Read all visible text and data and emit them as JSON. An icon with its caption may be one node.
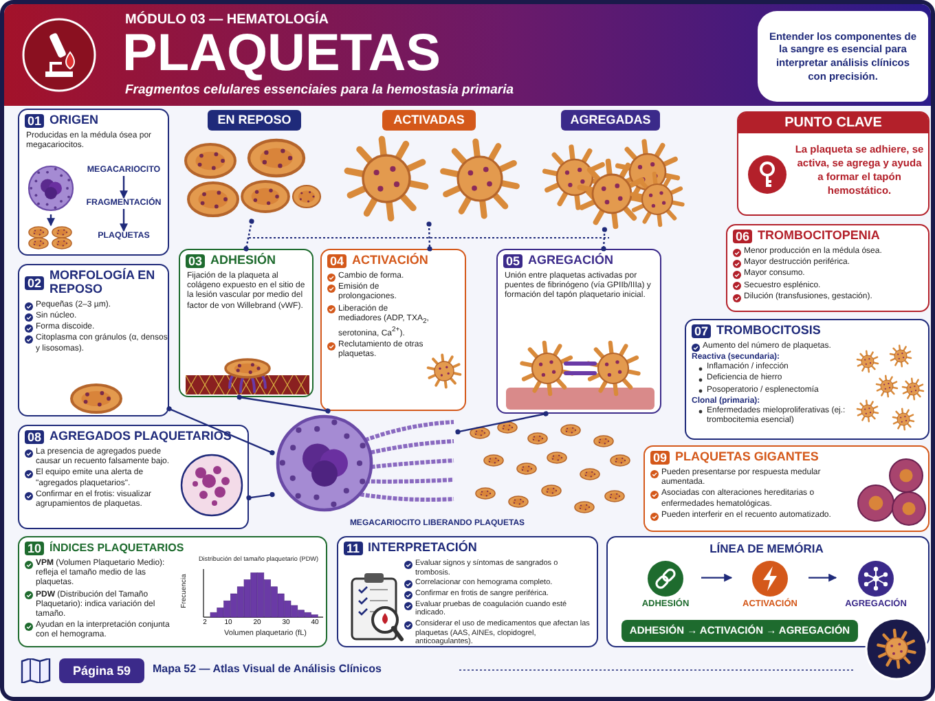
{
  "diagram": {
    "title": "PLAQUETAS",
    "nodes": [
      {
        "text": [
          "Entender los componentes de la sangre es esencial para interpretar análisis clínicos con precisión."
        ]
      },
      {
        "text": [
          "01",
          "ORIGEN",
          "Producidas en la médula ósea por megacariocitos."
        ]
      },
      {
        "text": [
          "MEGACARIOCITO"
        ],
        "in": 1
      },
      {
        "text": [
          "FRAGMENTACIÓN"
        ],
        "in": 1
      },
      {
        "text": [
          "PLAQUETAS"
        ],
        "in": 1
      },
      {
        "text": [],
        "shape": "picture",
        "in": 1
      },
      {
        "text": [],
        "shape": "picture",
        "in": 1
      },
      {
        "text": [
          "EN REPOSO"
        ]
      },
      {
        "text": [],
        "shape": "picture"
      },
      {
        "text": [
          "ACTIVADAS"
        ]
      },
      {
        "text": [],
        "shape": "picture"
      },
      {
        "text": [
          "AGREGADAS"
        ]
      },
      {
        "text": [],
        "shape": "picture"
      },
      {
        "text": [
          "PUNTO CLAVE",
          "La plaqueta se adhiere, se activa, se agrega y ayuda a formar el tapón hemostático."
        ]
      },
      {
        "text": [
          "02",
          "MORFOLOGÍA EN REPOSO",
          "Pequeñas (2–3 µm).",
          "Sin núcleo.",
          "Forma discoide.",
          "Citoplasma con gránulos (α, densos y lisosomas)."
        ]
      },
      {
        "text": [
          "03",
          "ADHESIÓN",
          "Fijación de la plaqueta al colágeno expuesto en el sitio de la lesión vascular por medio del factor de von Willebrand (vWF)."
        ]
      },
      {
        "text": [
          "04",
          "ACTIVACIÓN",
          "Cambio de forma.",
          "Emisión de prolongaciones.",
          "Liberación de mediadores (ADP, TXA$_{2}$, serotonina, Ca$^{2+}$).",
          "Reclutamiento de otras plaquetas."
        ]
      },
      {
        "text": [
          "05",
          "AGREGACIÓN",
          "Unión entre plaquetas activadas por puentes de fibrinógeno (vía GPIIb/IIIa) y formación del tapón plaquetario inicial."
        ]
      },
      {
        "text": [
          "06",
          "TROMBOCITOPENIA",
          "Menor producción en la médula ósea.",
          "Mayor destrucción periférica.",
          "Mayor consumo.",
          "Secuestro esplénico.",
          "Dilución (transfusiones, gestación)."
        ]
      },
      {
        "text": [
          "07",
          "TROMBOCITOSIS",
          "Aumento del número de plaquetas.",
          "Reactiva (secundaria):",
          "Inflamación / infección",
          "Deficiencia de hierro",
          "Posoperatorio / esplenectomía",
          "Clonal (primaria):",
          "Enfermedades mieloproliferativas (ej.: trombocitemia esencial)"
        ]
      },
      {
        "text": [
          "08",
          "AGREGADOS PLAQUETARIOS",
          "La presencia de agregados puede causar un recuento falsamente bajo.",
          "El equipo emite una alerta de \"agregados plaquetarios\".",
          "Confirmar en el frotis: visualizar agrupamientos de plaquetas."
        ]
      },
      {
        "text": [],
        "shape": "picture",
        "beside": [
          "MEGACARIOCITO LIBERANDO PLAQUETAS"
        ]
      },
      {
        "text": [
          "09",
          "PLAQUETAS GIGANTES",
          "Pueden presentarse por respuesta medular aumentada.",
          "Asociadas con alteraciones hereditarias o enfermedades hematológicas.",
          "Pueden interferir en el recuento automatizado."
        ]
      },
      {
        "text": [
          "10",
          "ÍNDICES PLAQUETARIOS",
          "**VPM** (Volumen Plaquetario Medio): refleja el tamaño medio de las plaquetas.",
          "**PDW** (Distribución del Tamaño Plaquetario): indica variación del tamaño.",
          "Ayudan en la interpretación conjunta con el hemograma."
        ]
      },
      {
        "text": [
          "11",
          "INTERPRETACIÓN",
          "Evaluar signos y síntomas de sangrados o trombosis.",
          "Correlacionar con hemograma completo.",
          "Confirmar en frotis de sangre periférica.",
          "Evaluar pruebas de coagulación cuando esté indicado.",
          "Considerar el uso de medicamentos que afectan las plaquetas (AAS, AINEs, clopidogrel, anticoagulantes)."
        ]
      },
      {
        "text": [
          "LÍNEA DE MEMÓRIA"
        ]
      },
      {
        "text": [
          "ADHESIÓN"
        ],
        "in": 25
      },
      {
        "text": [
          "ACTIVACIÓN"
        ],
        "in": 25
      },
      {
        "text": [
          "AGREGACIÓN"
        ],
        "in": 25
      },
      {
        "text": [
          "ADHESIÓN → ACTIVACIÓN → AGREGACIÓN"
        ],
        "in": 25
      },
      {
        "text": [
          "Página 59"
        ]
      }
    ],
    "edges": [
      {
        "from": 2,
        "to": 3,
        "arrow": "to"
      },
      {
        "from": 3,
        "to": 4,
        "arrow": "to"
      },
      {
        "from": 5,
        "to": 6,
        "arrow": "to"
      },
      {
        "from": 8,
        "to": 15,
        "arrow": "other",
        "style": "dashed"
      },
      {
        "from": 10,
        "to": 16,
        "arrow": "other",
        "style": "dashed"
      },
      {
        "from": 12,
        "to": 17,
        "arrow": "other",
        "style": "dashed"
      },
      {
        "from": 14,
        "to": 21,
        "arrow": "other"
      },
      {
        "from": 15,
        "to": 21,
        "arrow": "other"
      },
      {
        "from": 20,
        "to": 21,
        "arrow": "other"
      },
      {
        "from": 17,
        "to": 21,
        "arrow": "other"
      },
      {
        "from": 26,
        "to": 27,
        "arrow": "to"
      },
      {
        "from": 27,
        "to": 28,
        "arrow": "to"
      }
    ],
    "labels": [
      "MÓDULO 03 — HEMATOLOGÍA",
      "Fragmentos celulares essenciaies para la hemostasia primaria",
      "Distribución del tamaño plaquetario (PDW)",
      "Frecuencia",
      "2",
      "10",
      "20",
      "30",
      "40",
      "Volumen plaquetario (fL)",
      "Mapa 52 — Atlas Visual de Análisis Clínicos"
    ]
  }
}
